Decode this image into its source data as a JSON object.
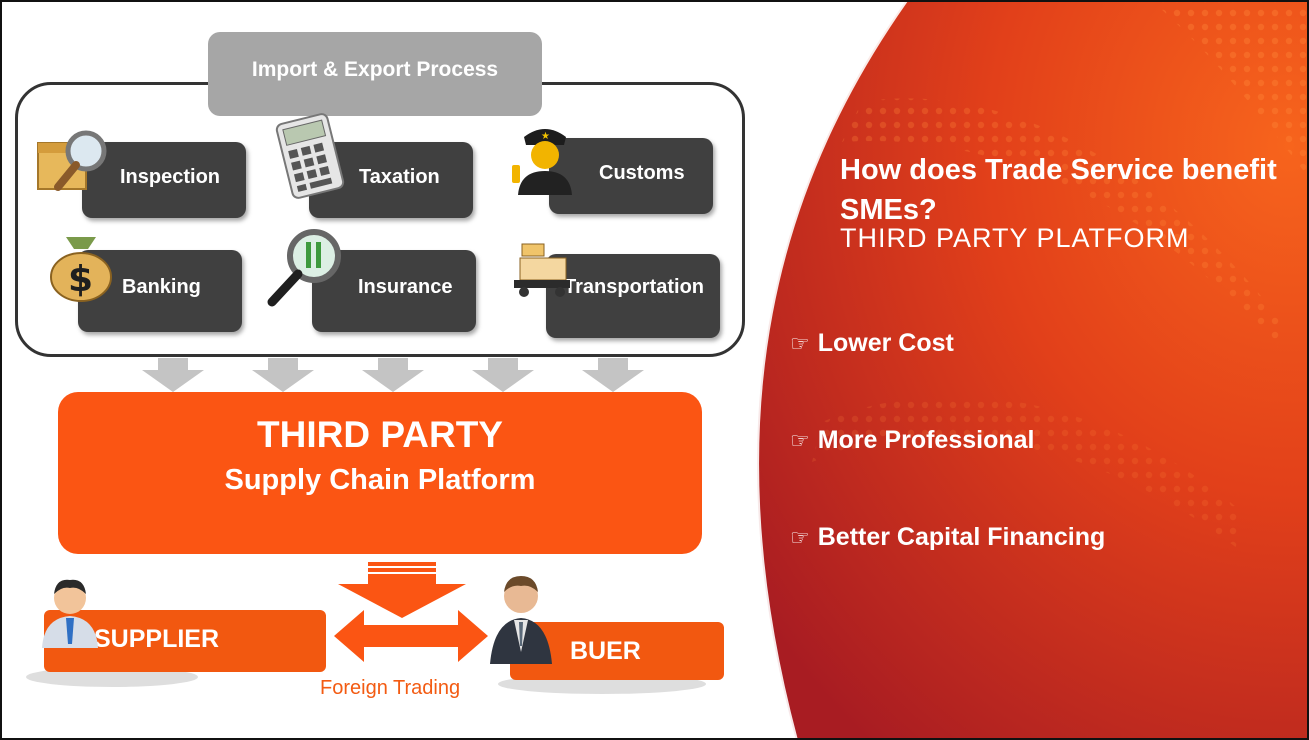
{
  "process": {
    "title": "Import & Export  Process",
    "services": [
      {
        "label": "Inspection",
        "icon": "magnifier-box-icon"
      },
      {
        "label": "Taxation",
        "icon": "calculator-icon"
      },
      {
        "label": "Customs",
        "icon": "customs-officer-icon"
      },
      {
        "label": "Banking",
        "icon": "money-bag-icon"
      },
      {
        "label": "Insurance",
        "icon": "magnifier-money-icon"
      },
      {
        "label": "Transportation",
        "icon": "forklift-icon"
      }
    ]
  },
  "platform": {
    "title": "THIRD PARTY",
    "subtitle": "Supply Chain Platform"
  },
  "parties": {
    "supplier": "SUPPLIER",
    "buyer": "BUER",
    "link_label": "Foreign Trading"
  },
  "right": {
    "question": "How does Trade Service benefit SMEs?",
    "subheading": "THIRD PARTY PLATFORM",
    "benefits": [
      "Lower Cost",
      "More Professional",
      "Better Capital Financing"
    ]
  },
  "colors": {
    "accent_orange": "#fb5513",
    "dark_box": "#404040",
    "grey_title": "#a6a6a6",
    "panel_red": "#d9341a"
  }
}
